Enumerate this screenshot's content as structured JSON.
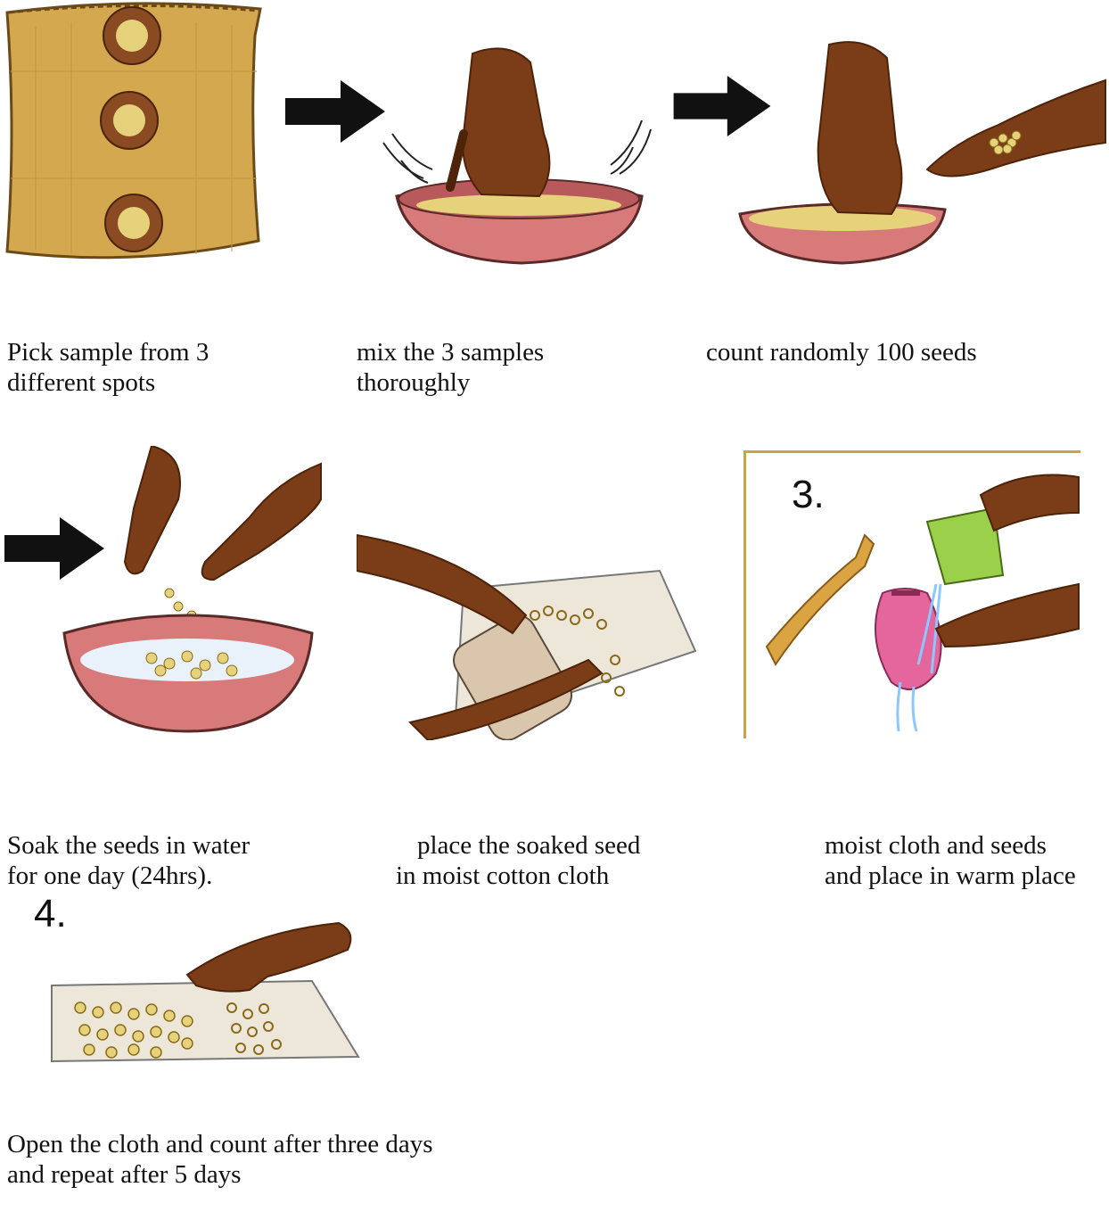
{
  "steps": [
    {
      "number": "",
      "caption": [
        "Pick sample from 3",
        "different spots"
      ],
      "icon": "sack-of-seeds-icon"
    },
    {
      "number": "",
      "caption": [
        "mix the 3 samples",
        "thoroughly"
      ],
      "icon": "mixing-bowl-icon"
    },
    {
      "number": "",
      "caption": [
        "count randomly 100 seeds"
      ],
      "icon": "counting-seeds-icon"
    },
    {
      "number": "",
      "caption": [
        "Soak the seeds in water",
        "for one day (24hrs)."
      ],
      "icon": "soaking-bowl-icon"
    },
    {
      "number": "",
      "caption": [
        "place the soaked seed",
        "in moist cotton cloth"
      ],
      "icon": "rolling-cloth-icon"
    },
    {
      "number": "3.",
      "caption": [
        "moist cloth and seeds",
        "and place in warm place"
      ],
      "icon": "watering-cloth-icon"
    },
    {
      "number": "4.",
      "caption": [
        "Open the cloth and count after three days",
        "and repeat after 5 days"
      ],
      "icon": "germinated-seeds-icon"
    }
  ],
  "colors": {
    "skin": "#7a3d17",
    "skin_dark": "#4d2309",
    "sack": "#d4a84f",
    "bowl": "#d8797a",
    "seed": "#e6d27a",
    "cloth": "#ede7d9",
    "pink_cloth": "#e4669d",
    "cup": "#9bd04a",
    "stick": "#d9a441",
    "water": "#bfe2ff",
    "arrow": "#111111"
  }
}
